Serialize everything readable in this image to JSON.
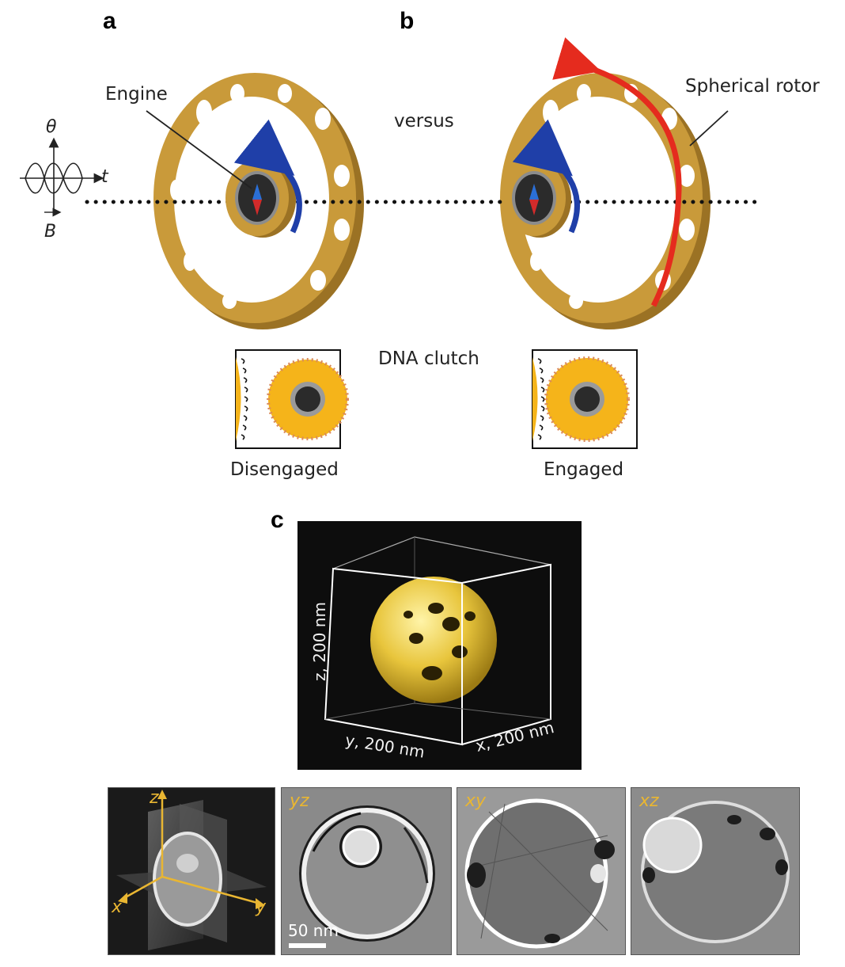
{
  "panels": {
    "a": "a",
    "b": "b",
    "c": "c"
  },
  "panel_ab": {
    "engine_label": "Engine",
    "versus_label": "versus",
    "rotor_label": "Spherical rotor",
    "clutch_label": "DNA clutch",
    "disengaged_label": "Disengaged",
    "engaged_label": "Engaged",
    "field_axis_theta": "θ",
    "field_axis_t": "t",
    "field_axis_b": "B",
    "colors": {
      "rotor": "#c99a3a",
      "rotor_dark": "#9b7224",
      "engine_core": "#2b2b2b",
      "clutch_particle": "#f5b41a",
      "torque_arrow": "#1f3fa8",
      "rotor_arrow": "#e52b1e"
    }
  },
  "panel_c": {
    "volume_axis_z": "z, 200 nm",
    "volume_axis_y": "y, 200 nm",
    "volume_axis_x": "x, 200 nm",
    "axes_3d": {
      "z": "z",
      "x": "x",
      "y": "y"
    },
    "slices": [
      "yz",
      "xy",
      "xz"
    ],
    "scale_bar": "50 nm",
    "colors": {
      "tomogram": "#e8c53c",
      "axis_accent": "#e9b632"
    }
  }
}
